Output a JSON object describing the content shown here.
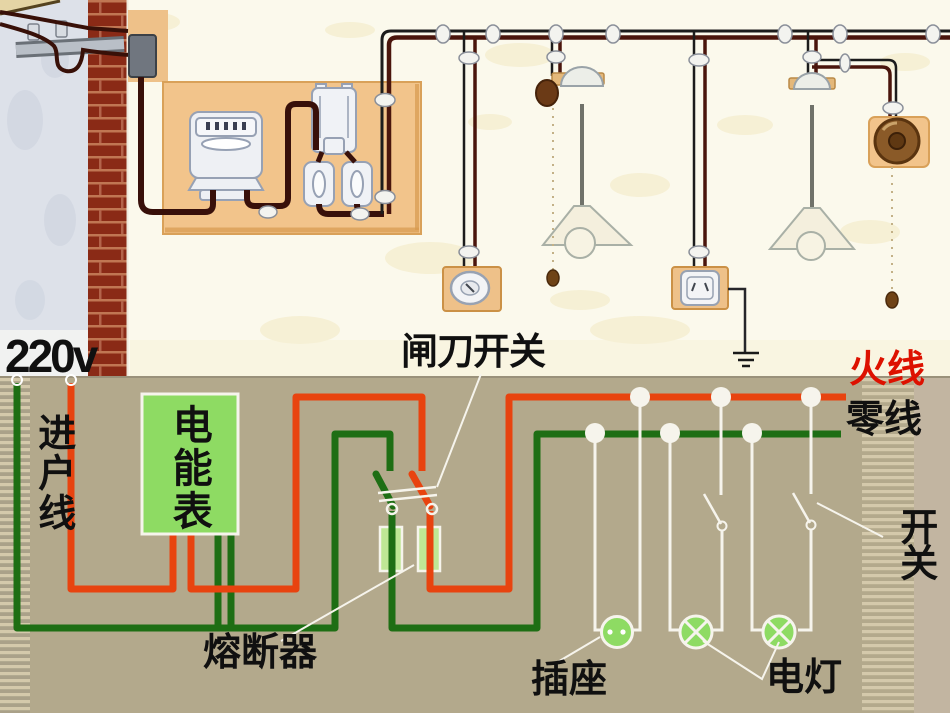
{
  "diagram": {
    "labels": {
      "voltage": "220v",
      "service_line": "进户线",
      "energy_meter": "电能表",
      "knife_switch": "闸刀开关",
      "live_wire": "火线",
      "neutral_wire": "零线",
      "fuse": "熔断器",
      "socket": "插座",
      "lamp": "电灯",
      "wall_switch": "开关"
    },
    "colors": {
      "live_wire": "#e8430f",
      "neutral_wire": "#1e6e14",
      "component_green": "#8edb63",
      "fuse_fill": "#bfe795",
      "background_tan": "#b3a98c",
      "wire_white": "#f6f4ec",
      "live_label_red": "#dd1100",
      "label_black": "#101010"
    }
  }
}
